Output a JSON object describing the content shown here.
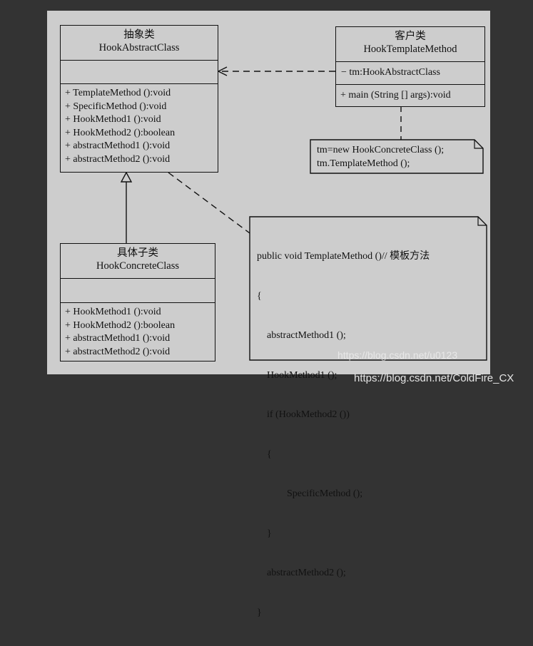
{
  "abstract_class": {
    "stereotype": "抽象类",
    "name": "HookAbstractClass",
    "operations": [
      "+ TemplateMethod ():void",
      "+ SpecificMethod ():void",
      "+ HookMethod1 ():void",
      "+ HookMethod2 ():boolean",
      "+ abstractMethod1 ():void",
      "+ abstractMethod2 ():void"
    ]
  },
  "client_class": {
    "stereotype": "客户类",
    "name": "HookTemplateMethod",
    "attributes": [
      "− tm:HookAbstractClass"
    ],
    "operations": [
      "+ main (String [] args):void"
    ]
  },
  "concrete_class": {
    "stereotype": "具体子类",
    "name": "HookConcreteClass",
    "operations": [
      "+ HookMethod1 ():void",
      "+ HookMethod2 ():boolean",
      "+ abstractMethod1 ():void",
      "+ abstractMethod2 ():void"
    ]
  },
  "client_note": {
    "lines": [
      "tm=new HookConcreteClass ();",
      "tm.TemplateMethod ();"
    ]
  },
  "template_note": {
    "lines": [
      "public void TemplateMethod ()// 模板方法",
      "{",
      "    abstractMethod1 ();",
      "    HookMethod1 ();",
      "    if (HookMethod2 ())",
      "    {",
      "            SpecificMethod ();",
      "    }",
      "    abstractMethod2 ();",
      "}"
    ]
  },
  "watermark_faint": "https://blog.csdn.net/u0123",
  "watermark": "https://blog.csdn.net/ColdFire_CX",
  "colors": {
    "background": "#333333",
    "canvas": "#cdcdcd",
    "ink": "#111111"
  }
}
